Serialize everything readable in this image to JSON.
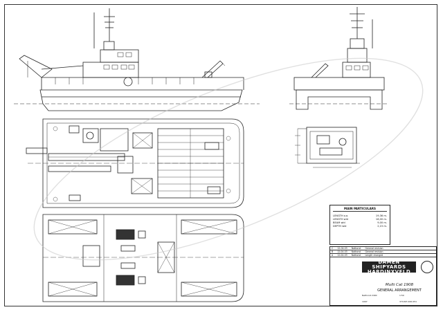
{
  "particulars": {
    "title": "MAIN PARTICULARS",
    "rows": [
      {
        "label": "LENGTH o.a.",
        "value": "19,36 m."
      },
      {
        "label": "LENGTH wld",
        "value": "18,00 m."
      },
      {
        "label": "BEAM wld",
        "value": "9,00 m."
      },
      {
        "label": "DEPTH wld",
        "value": "2,15 m."
      }
    ]
  },
  "title_block": {
    "revisions": [
      {
        "code": "C",
        "date": "12-04-03",
        "by": "Nathorst",
        "desc": "General revision"
      },
      {
        "code": "B",
        "date": "12-04-03",
        "by": "Nathorst",
        "desc": "General revision"
      },
      {
        "code": "A",
        "date": "12-04-03",
        "by": "Nathorst",
        "desc": "Length changed"
      }
    ],
    "company": "DAMEN SHIPYARDS\nHARDINXVELD",
    "project": "Multi Cat 1908",
    "drawing_title": "GENERAL ARRANGEMENT",
    "drawn_by": "Nathorst 2400",
    "scale": "1:50",
    "year": "1997",
    "drawing_no": "371097-000-051"
  }
}
